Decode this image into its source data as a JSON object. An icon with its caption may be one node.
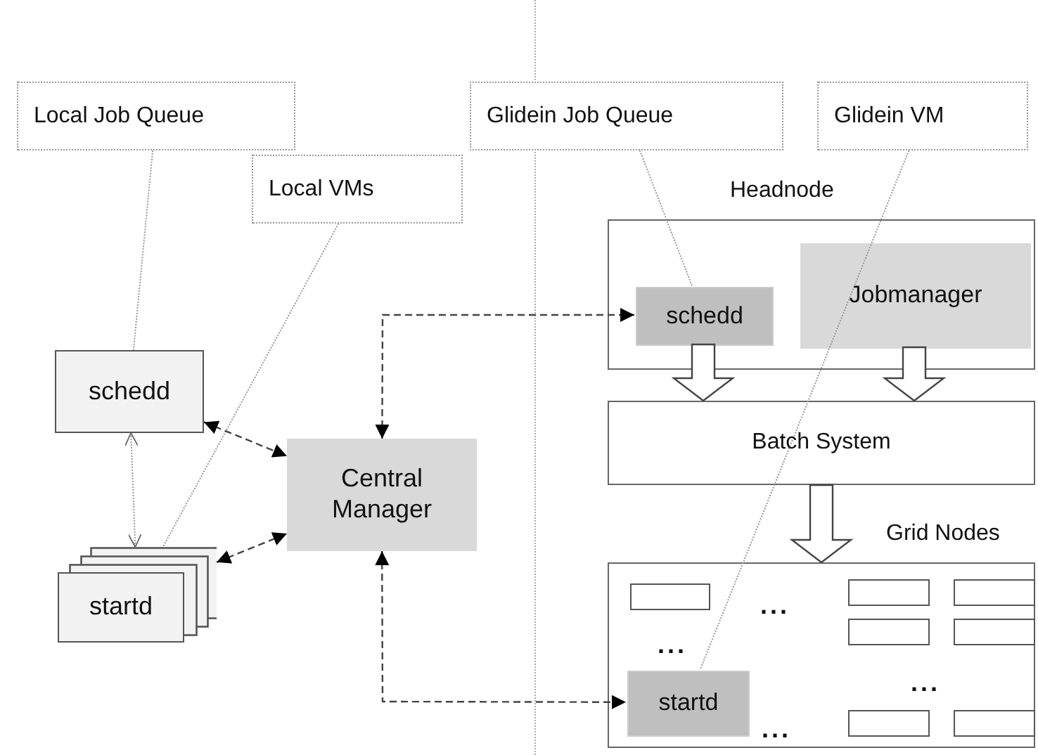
{
  "diagram": {
    "nodes": [
      {
        "text": [
          "Local Job Queue"
        ]
      },
      {
        "text": [
          "Local VMs"
        ]
      },
      {
        "text": [
          "Glidein Job Queue"
        ]
      },
      {
        "text": [
          "Glidein VM"
        ]
      },
      {
        "text": [
          "schedd"
        ]
      },
      {
        "text": [
          "startd"
        ]
      },
      {
        "text": [
          "Central Manager"
        ]
      },
      {
        "text": [
          "Headnode"
        ]
      },
      {
        "text": [
          "schedd"
        ],
        "in": 7
      },
      {
        "text": [
          "Jobmanager"
        ],
        "in": 7
      },
      {
        "text": [
          "Batch System"
        ]
      },
      {
        "text": [
          "Grid Nodes"
        ]
      },
      {
        "text": [],
        "shape": "box",
        "in": 11
      },
      {
        "text": [],
        "shape": "box",
        "in": 11
      },
      {
        "text": [],
        "shape": "box",
        "in": 11
      },
      {
        "text": [],
        "shape": "box",
        "in": 11
      },
      {
        "text": [],
        "shape": "box",
        "in": 11
      },
      {
        "text": [
          "startd"
        ],
        "in": 11
      },
      {
        "text": [],
        "shape": "box",
        "in": 11
      },
      {
        "text": [],
        "shape": "box",
        "in": 11
      }
    ],
    "edges": [
      {
        "from": 0,
        "to": 4,
        "arrow": "none"
      },
      {
        "from": 1,
        "to": 5,
        "arrow": "none"
      },
      {
        "from": 4,
        "to": 5,
        "arrow": "both"
      },
      {
        "from": 4,
        "to": 6,
        "arrow": "both",
        "style": "dashed"
      },
      {
        "from": 5,
        "to": 6,
        "arrow": "both",
        "style": "dashed"
      },
      {
        "from": 6,
        "to": 8,
        "arrow": "both",
        "style": "dashed"
      },
      {
        "from": 6,
        "to": 17,
        "arrow": "both",
        "style": "dashed"
      },
      {
        "from": 2,
        "to": 8,
        "arrow": "none"
      },
      {
        "from": 3,
        "to": 17,
        "arrow": "none"
      },
      {
        "from": 8,
        "to": 10,
        "arrow": "to",
        "style": "thick"
      },
      {
        "from": 9,
        "to": 10,
        "arrow": "to",
        "style": "thick"
      },
      {
        "from": 10,
        "to": 11,
        "arrow": "to",
        "style": "thick"
      }
    ],
    "labels": [
      "...",
      "...",
      "...",
      "..."
    ]
  }
}
